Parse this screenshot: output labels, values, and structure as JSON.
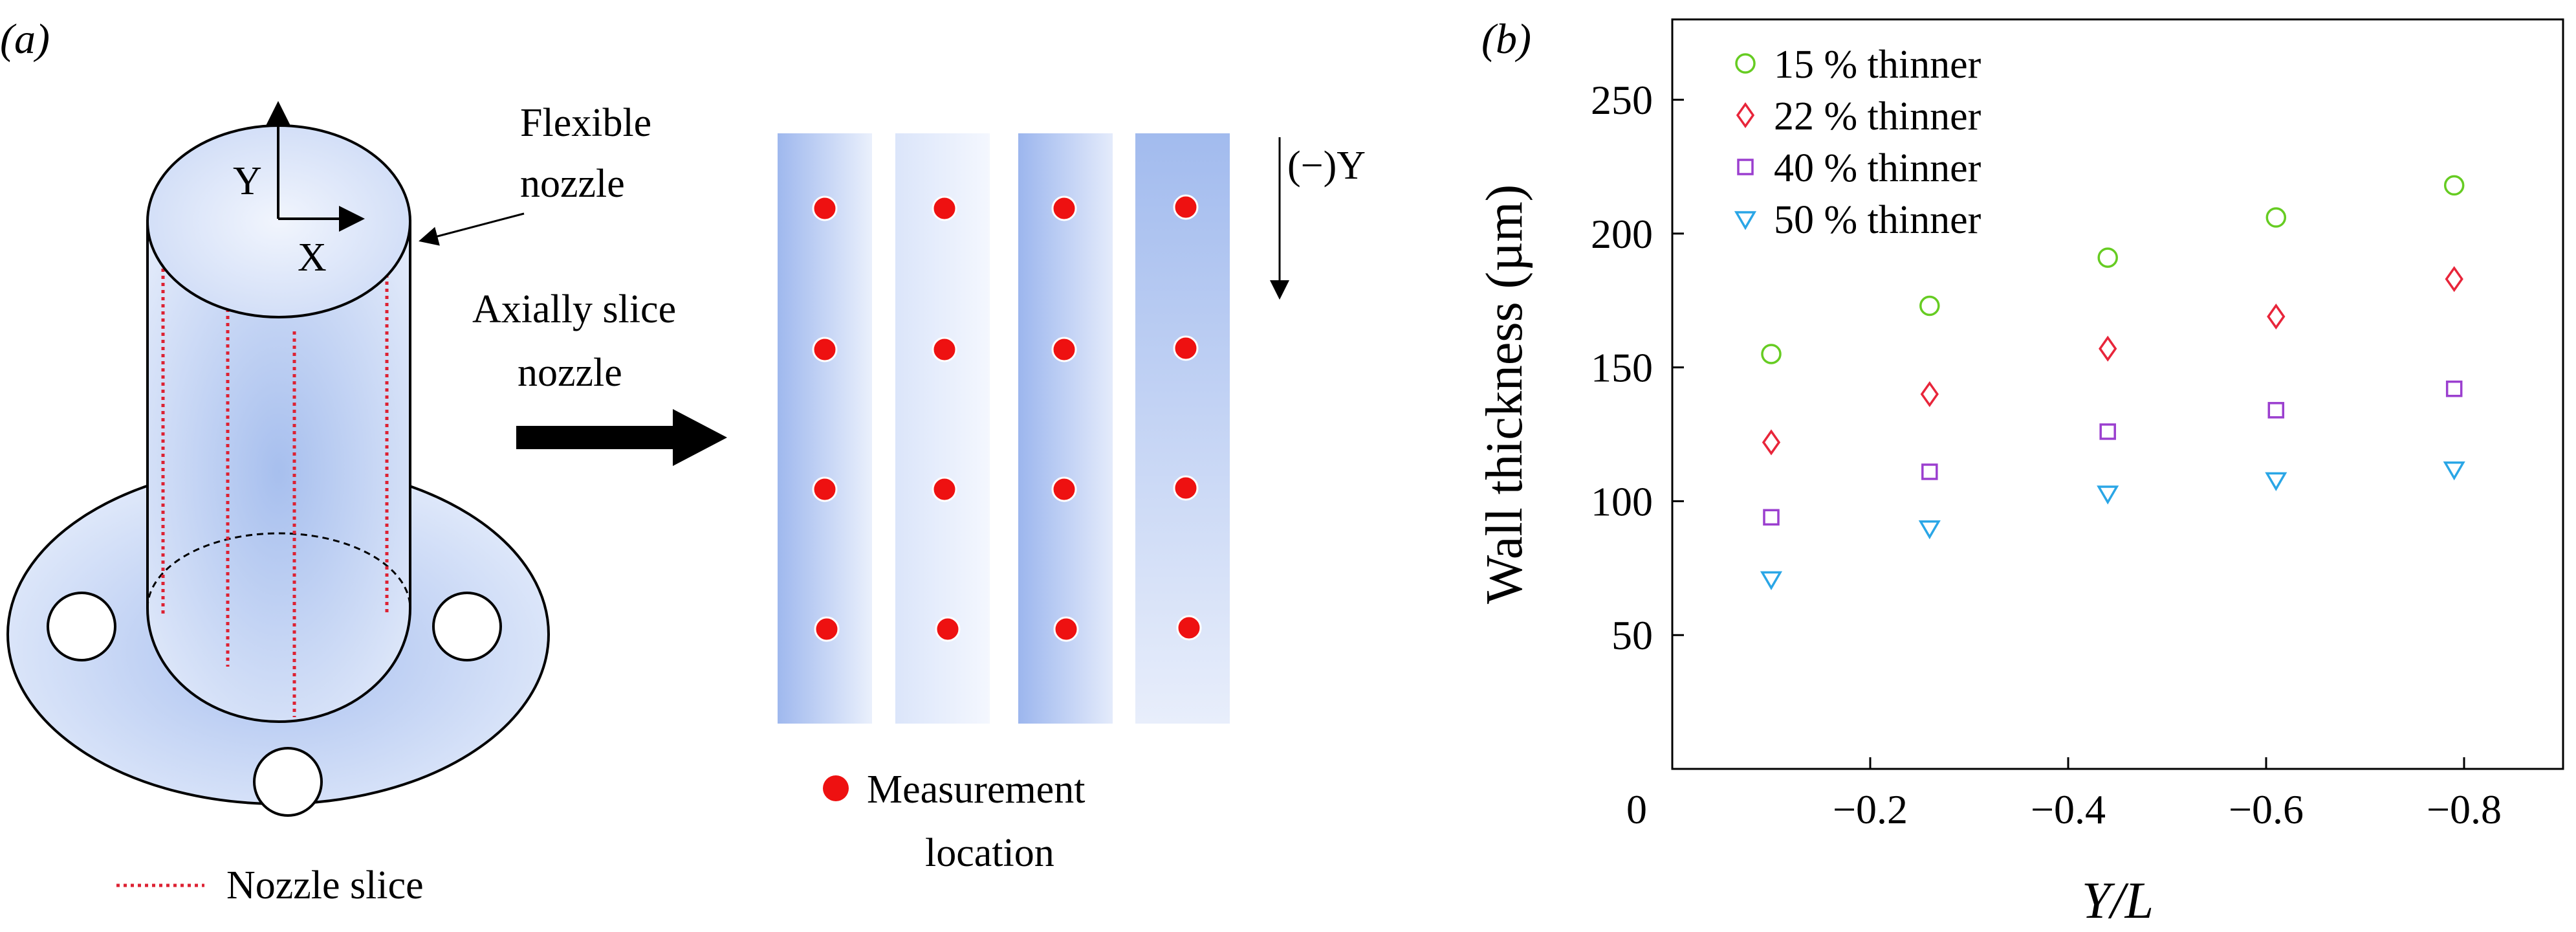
{
  "panel_a": {
    "label": "(a)",
    "axis_y": "Y",
    "axis_x": "X",
    "callout_flexible": [
      "Flexible",
      "nozzle"
    ],
    "arrow_text": [
      "Axially slice",
      "nozzle"
    ],
    "neg_y": "(−)Y",
    "measurement_legend": [
      "Measurement",
      "location"
    ],
    "slice_legend": "Nozzle slice",
    "colors": {
      "measurement_dot": "#ee1111",
      "slice_line": "#dd2233",
      "nozzle_fill": "#b9cdf2"
    }
  },
  "panel_b": {
    "label": "(b)"
  },
  "chart_data": {
    "type": "scatter",
    "xlabel": "Y/L",
    "ylabel": "Wall thickness (µm)",
    "x_reversed": true,
    "xlim": [
      0,
      -0.9
    ],
    "ylim": [
      0,
      280
    ],
    "xticks": [
      0,
      -0.2,
      -0.4,
      -0.6,
      -0.8
    ],
    "xtick_labels": [
      "0",
      "−0.2",
      "−0.4",
      "−0.6",
      "−0.8"
    ],
    "yticks": [
      50,
      100,
      150,
      200,
      250
    ],
    "ytick_labels": [
      "50",
      "100",
      "150",
      "200",
      "250"
    ],
    "grid": false,
    "legend_position": "top-left",
    "series": [
      {
        "name": "15 % thinner",
        "marker": "circle",
        "color": "#66cc22",
        "x": [
          -0.1,
          -0.26,
          -0.44,
          -0.61,
          -0.79
        ],
        "y": [
          155,
          173,
          191,
          206,
          218
        ]
      },
      {
        "name": "22 % thinner",
        "marker": "diamond",
        "color": "#e8253a",
        "x": [
          -0.1,
          -0.26,
          -0.44,
          -0.61,
          -0.79
        ],
        "y": [
          122,
          140,
          157,
          169,
          183
        ]
      },
      {
        "name": "40 % thinner",
        "marker": "square",
        "color": "#9b3fcf",
        "x": [
          -0.1,
          -0.26,
          -0.44,
          -0.61,
          -0.79
        ],
        "y": [
          94,
          111,
          126,
          134,
          142
        ]
      },
      {
        "name": "50 % thinner",
        "marker": "triangle-down",
        "color": "#2aa6e6",
        "x": [
          -0.1,
          -0.26,
          -0.44,
          -0.61,
          -0.79
        ],
        "y": [
          71,
          90,
          103,
          108,
          112
        ]
      }
    ]
  }
}
